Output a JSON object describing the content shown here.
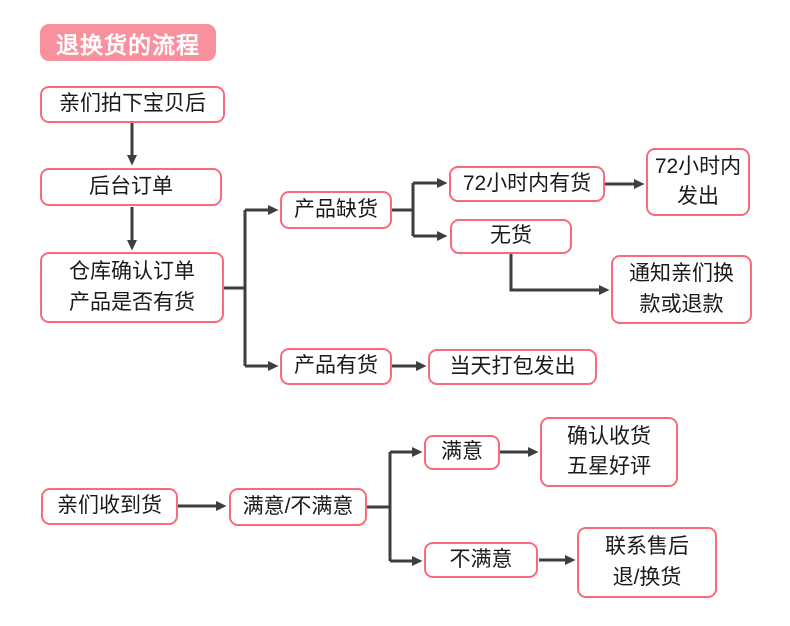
{
  "title_badge": "退换货的流程",
  "colors": {
    "badge_background": "#F8919D",
    "badge_text": "#FFFFFF",
    "node_border": "#FA6B79",
    "node_background": "#FFFFFF",
    "node_text": "#1A1A1A",
    "arrow": "#3E3E3E",
    "page_background": "#FFFFFF"
  },
  "flow_order": {
    "order_placed": "亲们拍下宝贝后",
    "backend_order": "后台订单",
    "warehouse_check": "仓库确认订单\n产品是否有货",
    "out_of_stock": "产品缺货",
    "stock_within_72h": "72小时内有货",
    "ship_within_72h": "72小时内\n发出",
    "no_stock": "无货",
    "notify_exchange_refund": "通知亲们换\n款或退款",
    "in_stock": "产品有货",
    "same_day_ship": "当天打包发出"
  },
  "flow_delivery": {
    "goods_received": "亲们收到货",
    "satisfied_or_not": "满意/不满意",
    "satisfied": "满意",
    "confirm_receipt_review": "确认收货\n五星好评",
    "unsatisfied": "不满意",
    "contact_aftersales": "联系售后\n退/换货"
  }
}
